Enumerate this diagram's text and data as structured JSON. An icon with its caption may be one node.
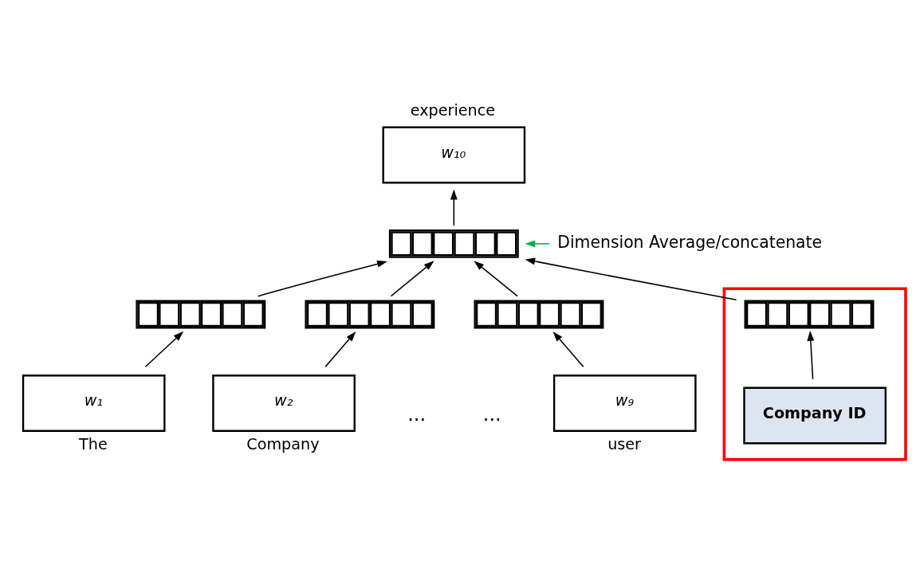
{
  "diagram": {
    "nodes": [
      {
        "text": [],
        "shape": "box"
      },
      {
        "text": [
          "w₁₀"
        ],
        "beside": [
          "experience"
        ]
      },
      {
        "text": [],
        "shape": "bar"
      },
      {
        "text": [],
        "shape": "bar",
        "in": 0
      },
      {
        "text": [
          "Company ID"
        ],
        "in": 0
      },
      {
        "text": [],
        "shape": "bar"
      },
      {
        "text": [
          "w₁"
        ],
        "beside": [
          "The"
        ]
      },
      {
        "text": [],
        "shape": "bar"
      },
      {
        "text": [
          "w₂"
        ],
        "beside": [
          "Company"
        ]
      },
      {
        "text": [],
        "shape": "bar"
      },
      {
        "text": [
          "w₉"
        ],
        "beside": [
          "user"
        ]
      },
      {
        "text": [
          "Dimension Average/concatenate"
        ]
      }
    ],
    "edges": [
      {
        "from": 4,
        "to": 3,
        "arrow": "to"
      },
      {
        "from": 3,
        "to": 2,
        "arrow": "to"
      },
      {
        "from": 6,
        "to": 5,
        "arrow": "to"
      },
      {
        "from": 5,
        "to": 2,
        "arrow": "to"
      },
      {
        "from": 8,
        "to": 7,
        "arrow": "to"
      },
      {
        "from": 7,
        "to": 2,
        "arrow": "to"
      },
      {
        "from": 10,
        "to": 9,
        "arrow": "to"
      },
      {
        "from": 9,
        "to": 2,
        "arrow": "to"
      },
      {
        "from": 2,
        "to": 1,
        "arrow": "to"
      },
      {
        "from": 11,
        "to": 2,
        "arrow": "to",
        "color": "#00b050"
      }
    ],
    "labels": [
      "...",
      "..."
    ]
  }
}
